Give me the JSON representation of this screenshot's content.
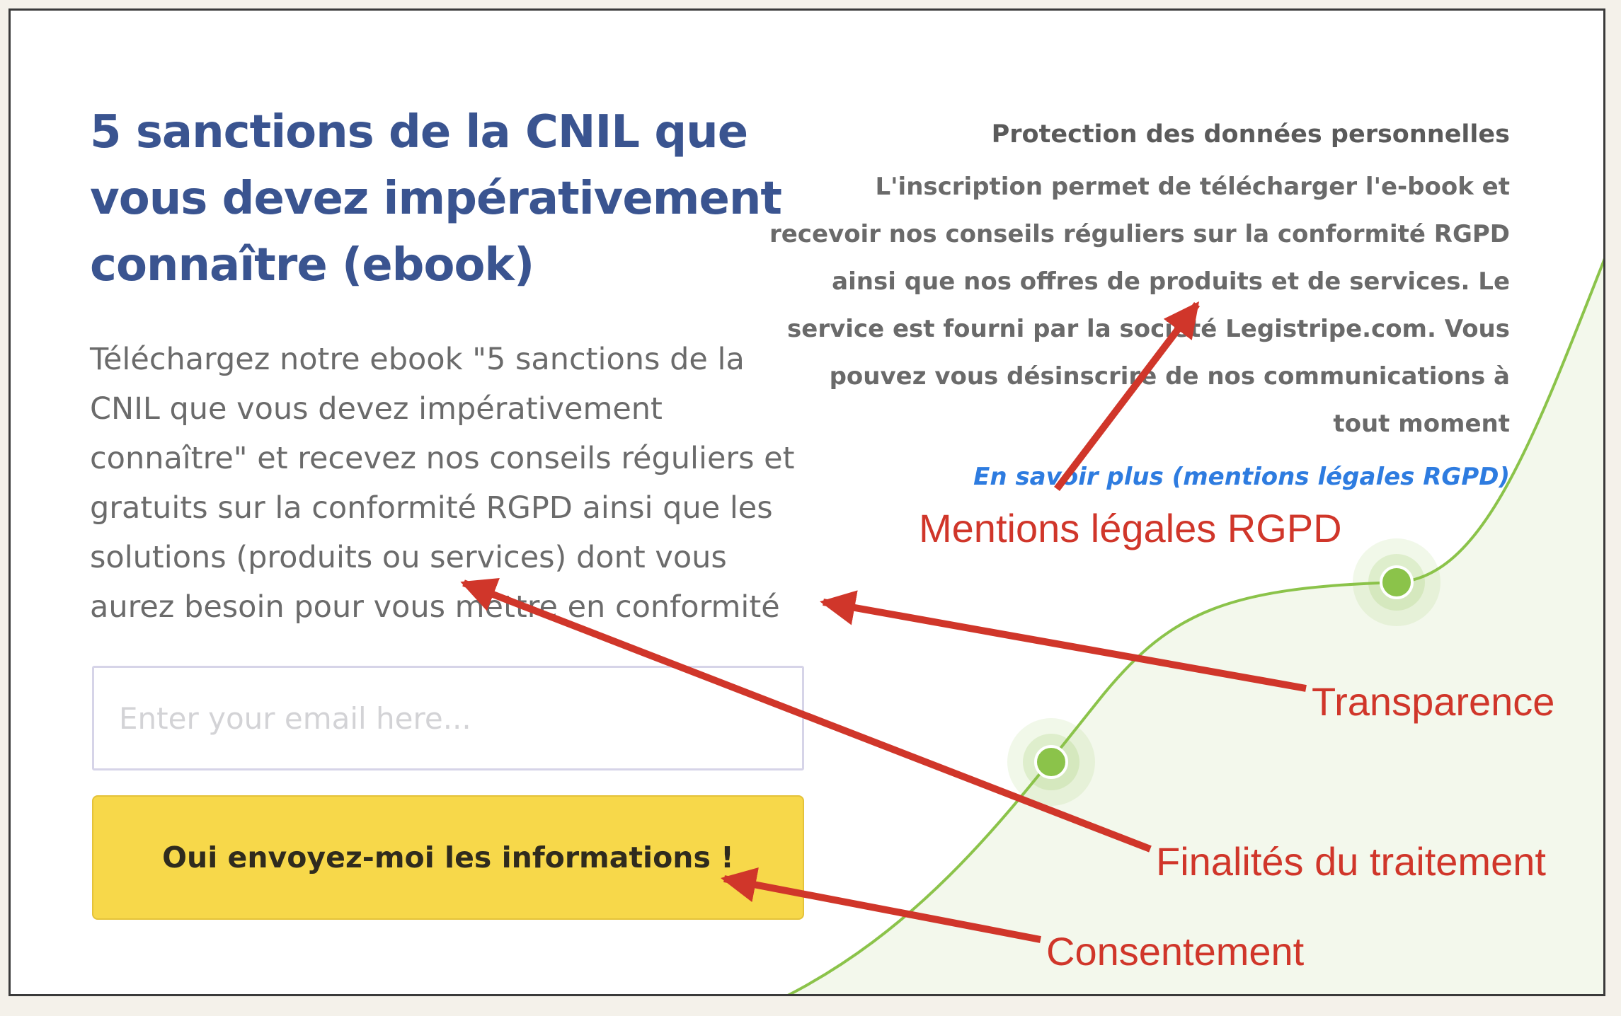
{
  "form": {
    "title": "5 sanctions de la CNIL que vous devez impérativement connaître (ebook)",
    "description": "Téléchargez notre ebook \"5 sanctions de la CNIL que vous devez impérativement connaître\" et recevez nos conseils réguliers et gratuits sur la conformité RGPD ainsi que les solutions (produits ou services) dont vous aurez besoin pour vous mettre en conformité",
    "email_placeholder": "Enter your email here...",
    "email_value": "",
    "submit_label": "Oui envoyez-moi les informations !"
  },
  "privacy": {
    "heading": "Protection des données personnelles",
    "text": "L'inscription permet de télécharger l'e-book et recevoir nos conseils réguliers sur la conformité RGPD ainsi que nos offres de produits et de services. Le service est fourni par la société Legistripe.com. Vous pouvez vous désinscrire de nos communications à tout moment",
    "link": "En savoir plus (mentions légales RGPD)"
  },
  "annotations": {
    "mentions": "Mentions légales RGPD",
    "transparence": "Transparence",
    "finalites": "Finalités du traitement",
    "consentement": "Consentement"
  },
  "colors": {
    "title": "#3a5490",
    "button": "#f7d84a",
    "link": "#2e7ce0",
    "annotation": "#d0362a",
    "curve": "#8bc34a"
  }
}
